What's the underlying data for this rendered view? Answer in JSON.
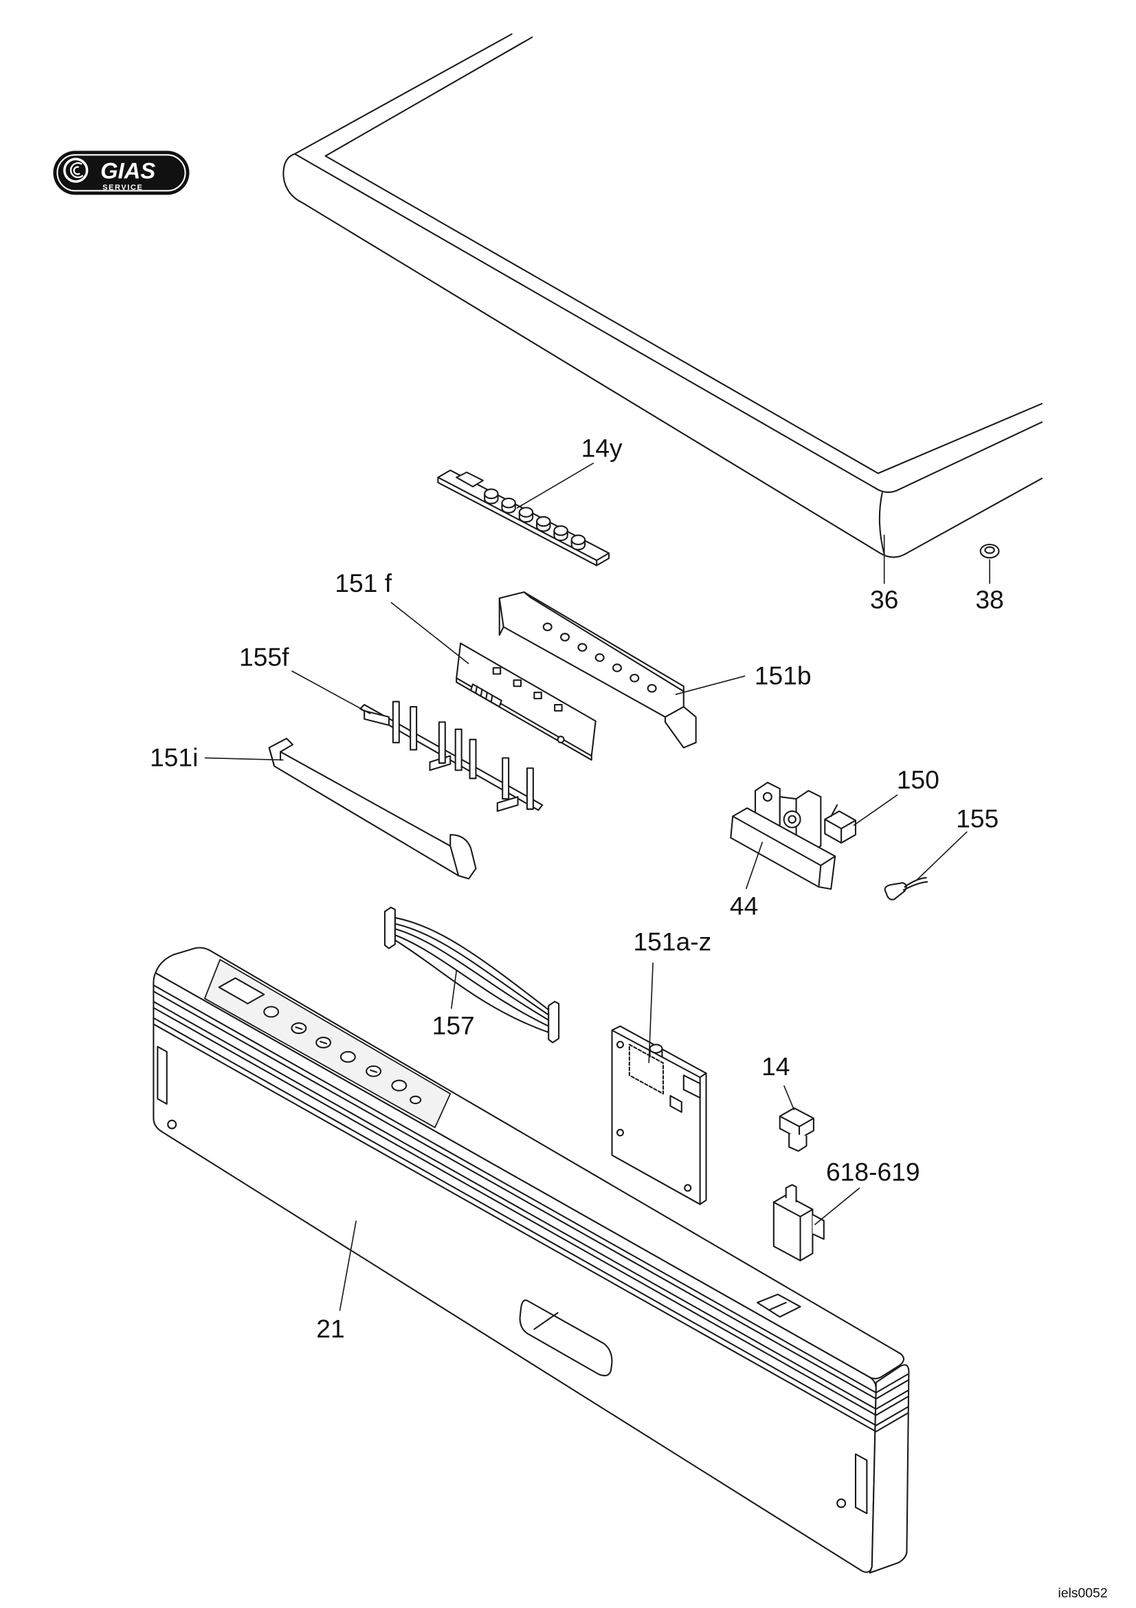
{
  "logo": {
    "brand": "GIAS",
    "tagline": "SERVICE"
  },
  "callouts": {
    "c14y": "14y",
    "c36": "36",
    "c38": "38",
    "c151f": "151 f",
    "c155f": "155f",
    "c151b": "151b",
    "c151i": "151i",
    "c150": "150",
    "c155": "155",
    "c44": "44",
    "c151az": "151a-z",
    "c157": "157",
    "c14": "14",
    "c618_619": "618-619",
    "c21": "21"
  },
  "drawing_code": "iels0052"
}
